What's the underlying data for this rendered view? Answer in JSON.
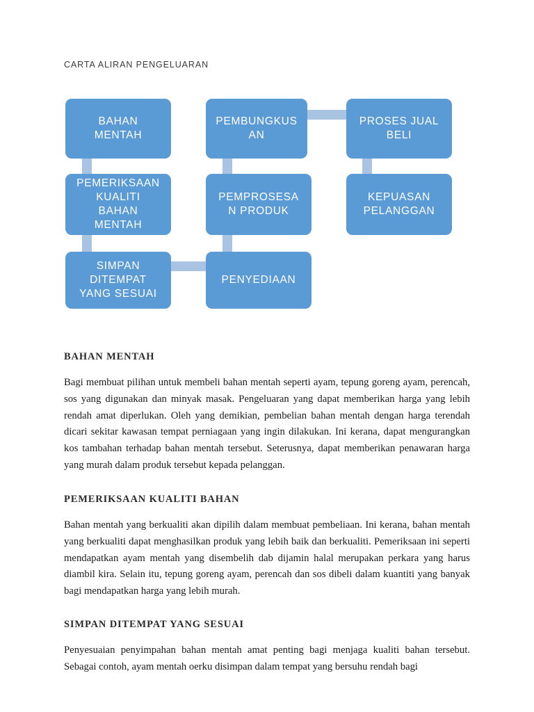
{
  "document": {
    "chart_title": "CARTA ALIRAN PENGELUARAN",
    "colors": {
      "node_fill": "#5B9BD5",
      "connector": "#A8C4E2",
      "node_text": "#FFFFFF",
      "body_text": "#1A1A1A",
      "page_background": "#FFFFFF"
    }
  },
  "flowchart": {
    "nodes": [
      {
        "id": "bahan-mentah",
        "label": "BAHAN\nMENTAH"
      },
      {
        "id": "pembungkusan",
        "label": "PEMBUNGKUS\nAN"
      },
      {
        "id": "proses-jual-beli",
        "label": "PROSES JUAL\nBELI"
      },
      {
        "id": "pemeriksaan-kualiti-bahan-mentah",
        "label": "PEMERIKSAAN\nKUALITI\nBAHAN\nMENTAH"
      },
      {
        "id": "pemprosesan-produk",
        "label": "PEMPROSESA\nN PRODUK"
      },
      {
        "id": "kepuasan-pelanggan",
        "label": "KEPUASAN\nPELANGGAN"
      },
      {
        "id": "simpan-ditempat-yang-sesuai",
        "label": "SIMPAN\nDITEMPAT\nYANG SESUAI"
      },
      {
        "id": "penyediaan",
        "label": "PENYEDIAAN"
      }
    ],
    "connectors": [
      {
        "id": "bahan-mentah-to-pemeriksaan",
        "orientation": "vertical"
      },
      {
        "id": "pemeriksaan-to-simpan",
        "orientation": "vertical"
      },
      {
        "id": "simpan-to-penyediaan",
        "orientation": "horizontal"
      },
      {
        "id": "penyediaan-to-pemprosesan",
        "orientation": "vertical"
      },
      {
        "id": "pemprosesan-to-pembungkusan",
        "orientation": "vertical"
      },
      {
        "id": "pembungkusan-to-proses-jual-beli",
        "orientation": "horizontal"
      },
      {
        "id": "proses-jual-beli-to-kepuasan",
        "orientation": "vertical"
      }
    ]
  },
  "sections": [
    {
      "heading": "BAHAN MENTAH",
      "body": "Bagi membuat pilihan untuk membeli bahan mentah seperti ayam, tepung goreng ayam, perencah, sos yang digunakan dan minyak masak. Pengeluaran yang dapat memberikan harga yang lebih rendah amat diperlukan. Oleh yang demikian, pembelian bahan mentah dengan harga terendah dicari sekitar kawasan tempat perniagaan yang ingin dilakukan. Ini kerana, dapat mengurangkan kos tambahan terhadap bahan mentah tersebut. Seterusnya, dapat memberikan penawaran harga yang murah dalam produk tersebut kepada pelanggan."
    },
    {
      "heading": "PEMERIKSAAN KUALITI BAHAN",
      "body": "Bahan mentah yang berkualiti akan dipilih dalam membuat pembeliaan. Ini kerana, bahan mentah yang berkualiti dapat menghasilkan produk yang lebih baik dan berkualiti. Pemeriksaan ini seperti mendapatkan ayam mentah yang disembelih dab dijamin halal merupakan perkara yang harus diambil kira. Selain itu, tepung goreng ayam, perencah dan sos dibeli dalam kuantiti yang banyak bagi mendapatkan harga yang lebih murah."
    },
    {
      "heading": "SIMPAN DITEMPAT YANG SESUAI",
      "body": "Penyesuaian penyimpahan bahan mentah amat penting bagi menjaga kualiti bahan tersebut. Sebagai contoh, ayam mentah oerku disimpan dalam tempat yang bersuhu rendah bagi"
    }
  ]
}
